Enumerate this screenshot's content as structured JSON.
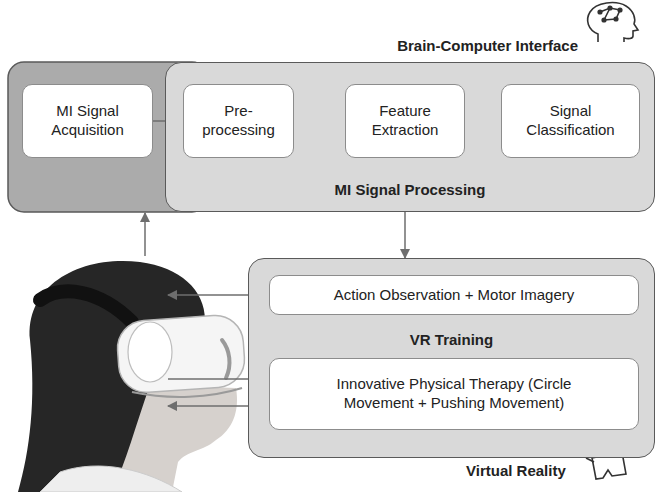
{
  "diagram": {
    "nodes": [
      {
        "text": [
          "MI Signal Processing"
        ]
      },
      {
        "text": [
          "MI Signal Acquisition"
        ]
      },
      {
        "text": [
          "Pre-processing"
        ],
        "in": 0
      },
      {
        "text": [
          "Feature Extraction"
        ],
        "in": 0
      },
      {
        "text": [
          "Signal Classification"
        ],
        "in": 0
      },
      {
        "text": [
          "VR Training"
        ]
      },
      {
        "text": [
          "Action Observation + Motor Imagery"
        ],
        "in": 5
      },
      {
        "text": [
          "Innovative Physical Therapy (Circle Movement + Pushing Movement)"
        ],
        "in": 5
      }
    ],
    "edges": [
      {
        "from": 1,
        "to": 2,
        "arrow": "to"
      },
      {
        "from": 2,
        "to": 3,
        "arrow": "to"
      },
      {
        "from": 3,
        "to": 4,
        "arrow": "to"
      },
      {
        "from": 0,
        "to": 5,
        "arrow": "to"
      }
    ],
    "labels": [
      "Brain-Computer Interface",
      "Virtual Reality"
    ]
  }
}
